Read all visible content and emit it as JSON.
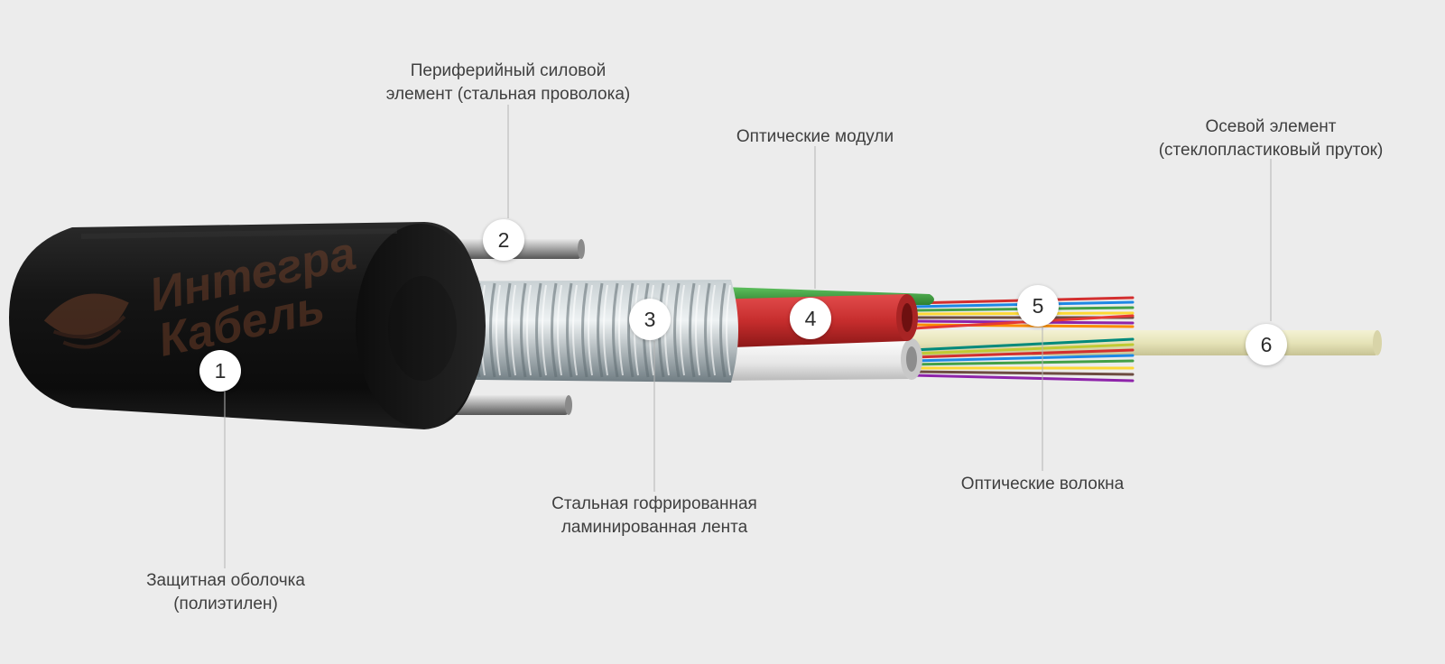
{
  "colors": {
    "background": "#ececec",
    "jacket": "#1c1c1c",
    "steel_tape": "#9aa7ac",
    "module_red": "#c62d2d",
    "module_green": "#3f9a3f",
    "module_white": "#efefef",
    "central_rod": "#e6e3b8",
    "watermark": "#8a4b2e"
  },
  "icons": {
    "watermark_logo": "integra-cable-logo"
  },
  "watermark": {
    "line1": "Интегра",
    "line2": "Кабель"
  },
  "components": [
    {
      "number": "1",
      "label_lines": [
        "Защитная оболочка",
        "(полиэтилен)"
      ]
    },
    {
      "number": "2",
      "label_lines": [
        "Периферийный силовой",
        "элемент (стальная проволока)"
      ]
    },
    {
      "number": "3",
      "label_lines": [
        "Стальная гофрированная",
        "ламинированная лента"
      ]
    },
    {
      "number": "4",
      "label_lines": [
        "Оптические модули"
      ]
    },
    {
      "number": "5",
      "label_lines": [
        "Оптические волокна"
      ]
    },
    {
      "number": "6",
      "label_lines": [
        "Осевой элемент",
        "(стеклопластиковый пруток)"
      ]
    }
  ]
}
